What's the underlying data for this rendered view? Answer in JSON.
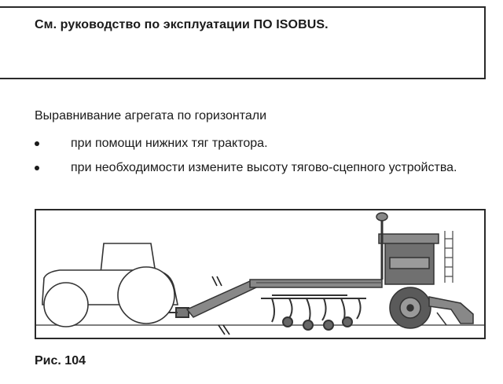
{
  "note": {
    "text": "См. руководство по эксплуатации ПО ISOBUS."
  },
  "intro": "Выравнивание агрегата по горизонтали",
  "bullets": [
    "при помощи нижних тяг трактора.",
    "при необходимости измените высоту тягово-сцепного устройства."
  ],
  "figure": {
    "illustration": "tractor-with-seed-drill-illustration"
  },
  "caption": "Рис. 104"
}
